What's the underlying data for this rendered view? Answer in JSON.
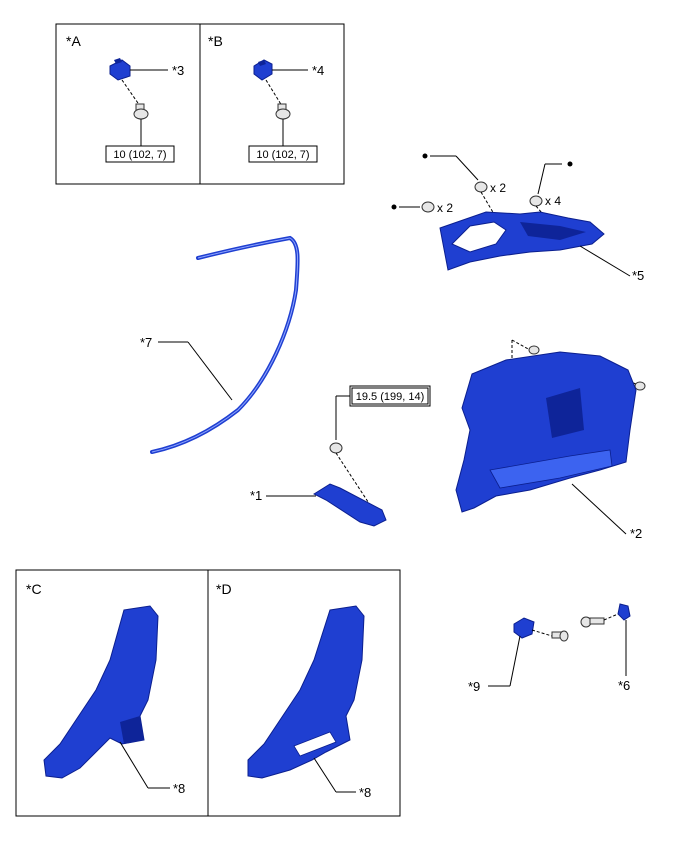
{
  "panels": {
    "A": {
      "label": "*A",
      "callout": "*3",
      "torque": "10 (102, 7)"
    },
    "B": {
      "label": "*B",
      "callout": "*4",
      "torque": "10 (102, 7)"
    },
    "C": {
      "label": "*C",
      "callout": "*8"
    },
    "D": {
      "label": "*D",
      "callout": "*8"
    }
  },
  "callouts": {
    "c1": "*1",
    "c2": "*2",
    "c5": "*5",
    "c6": "*6",
    "c7": "*7",
    "c9": "*9"
  },
  "quantities": {
    "q_left": "x 2",
    "q_mid": "x 2",
    "q_right": "x 4"
  },
  "torque_main": "19.5 (199, 14)",
  "colors": {
    "part": "#1f3fd1",
    "part_dark": "#0e2499"
  }
}
